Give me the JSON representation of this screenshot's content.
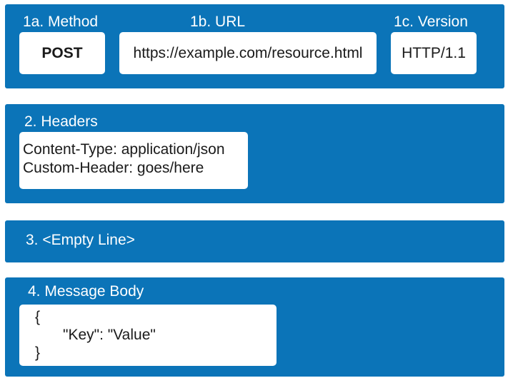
{
  "section1": {
    "method_label": "1a. Method",
    "url_label": "1b. URL",
    "version_label": "1c. Version",
    "method": "POST",
    "url": "https://example.com/resource.html",
    "version": "HTTP/1.1"
  },
  "section2": {
    "label": "2. Headers",
    "lines": [
      "Content-Type: application/json",
      "Custom-Header: goes/here"
    ]
  },
  "section3": {
    "label": "3. <Empty Line>"
  },
  "section4": {
    "label": "4. Message Body",
    "lines": [
      "{",
      "\"Key\": \"Value\"",
      "}"
    ]
  },
  "colors": {
    "panel": "#0b74b8",
    "box": "#ffffff",
    "label_text": "#ffffff",
    "box_text": "#1a1a1a"
  }
}
